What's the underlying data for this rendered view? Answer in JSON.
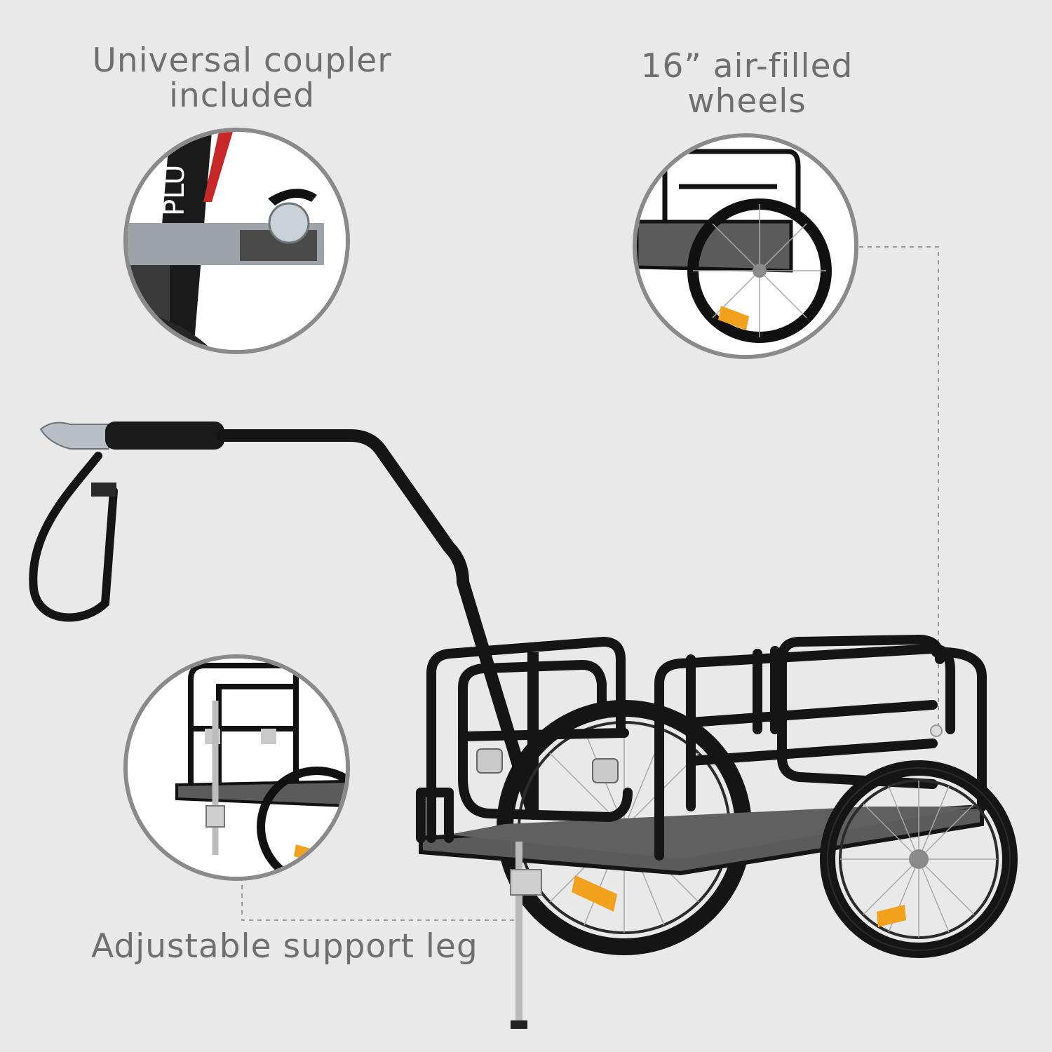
{
  "labels": {
    "coupler": [
      "Universal coupler",
      "included"
    ],
    "wheels": [
      "16” air-filled",
      "wheels"
    ],
    "support_leg": "Adjustable support leg"
  },
  "colors": {
    "background": "#e9e9e9",
    "text": "#6f6f6f",
    "frame": "#111111",
    "deck": "#5b5b5b",
    "reflector": "#f2a11c",
    "callout_border": "#8a8a8a"
  },
  "icons": [
    "trailer-illustration",
    "coupler-detail",
    "wheel-detail",
    "support-leg-detail"
  ]
}
